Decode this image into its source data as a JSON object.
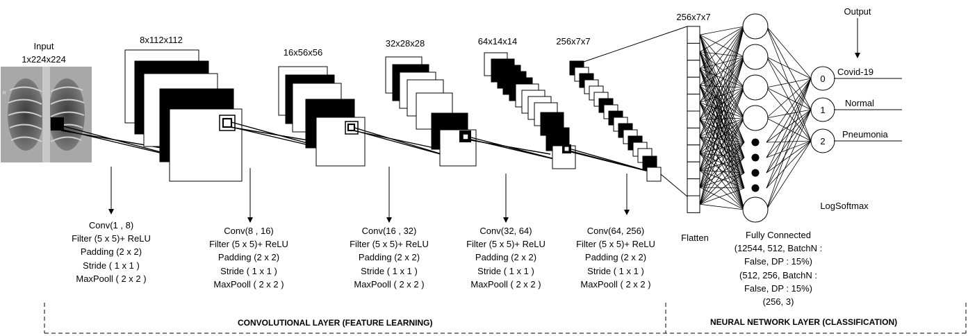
{
  "input": {
    "title": "Input",
    "dims": "1x224x224"
  },
  "conv_dims": [
    "8x112x112",
    "16x56x56",
    "32x28x28",
    "64x14x14",
    "256x7x7"
  ],
  "flatten_dims": "256x7x7",
  "conv_blocks": [
    [
      "Conv(1 , 8)",
      "Filter (5 x 5)+ ReLU",
      "Padding (2 x 2)",
      "Stride ( 1 x 1 )",
      "MaxPooll ( 2 x 2 )"
    ],
    [
      "Conv(8 , 16)",
      "Filter (5 x 5)+ ReLU",
      "Padding (2 x 2)",
      "Stride ( 1 x 1 )",
      "MaxPooll ( 2 x 2 )"
    ],
    [
      "Conv(16 , 32)",
      "Filter (5 x 5)+ ReLU",
      "Padding (2 x 2)",
      "Stride ( 1 x 1 )",
      "MaxPooll ( 2 x 2 )"
    ],
    [
      "Conv(32, 64)",
      "Filter (5 x 5)+ ReLU",
      "Padding (2 x 2)",
      "Stride ( 1 x 1 )",
      "MaxPooll ( 2 x 2 )"
    ],
    [
      "Conv(64, 256)",
      "Filter (5 x 5)+ ReLU",
      "Padding (2 x 2)",
      "Stride ( 1 x 1 )",
      "MaxPooll ( 2 x 2 )"
    ]
  ],
  "flatten_label": "Flatten",
  "fc_label": [
    "Fully Connected",
    "(12544, 512, BatchN :",
    "False, DP : 15%)",
    "(512, 256, BatchN :",
    "False, DP : 15%)",
    "(256, 3)"
  ],
  "output": {
    "title": "Output",
    "nodes": [
      {
        "index": "0",
        "label": "Covid-19"
      },
      {
        "index": "1",
        "label": "Normal"
      },
      {
        "index": "2",
        "label": "Pneumonia"
      }
    ],
    "activation": "LogSoftmax"
  },
  "sections": {
    "conv": "CONVOLUTIONAL LAYER (FEATURE LEARNING)",
    "nn": "NEURAL NETWORK LAYER (CLASSIFICATION)"
  },
  "xray_corner_mark": "R"
}
